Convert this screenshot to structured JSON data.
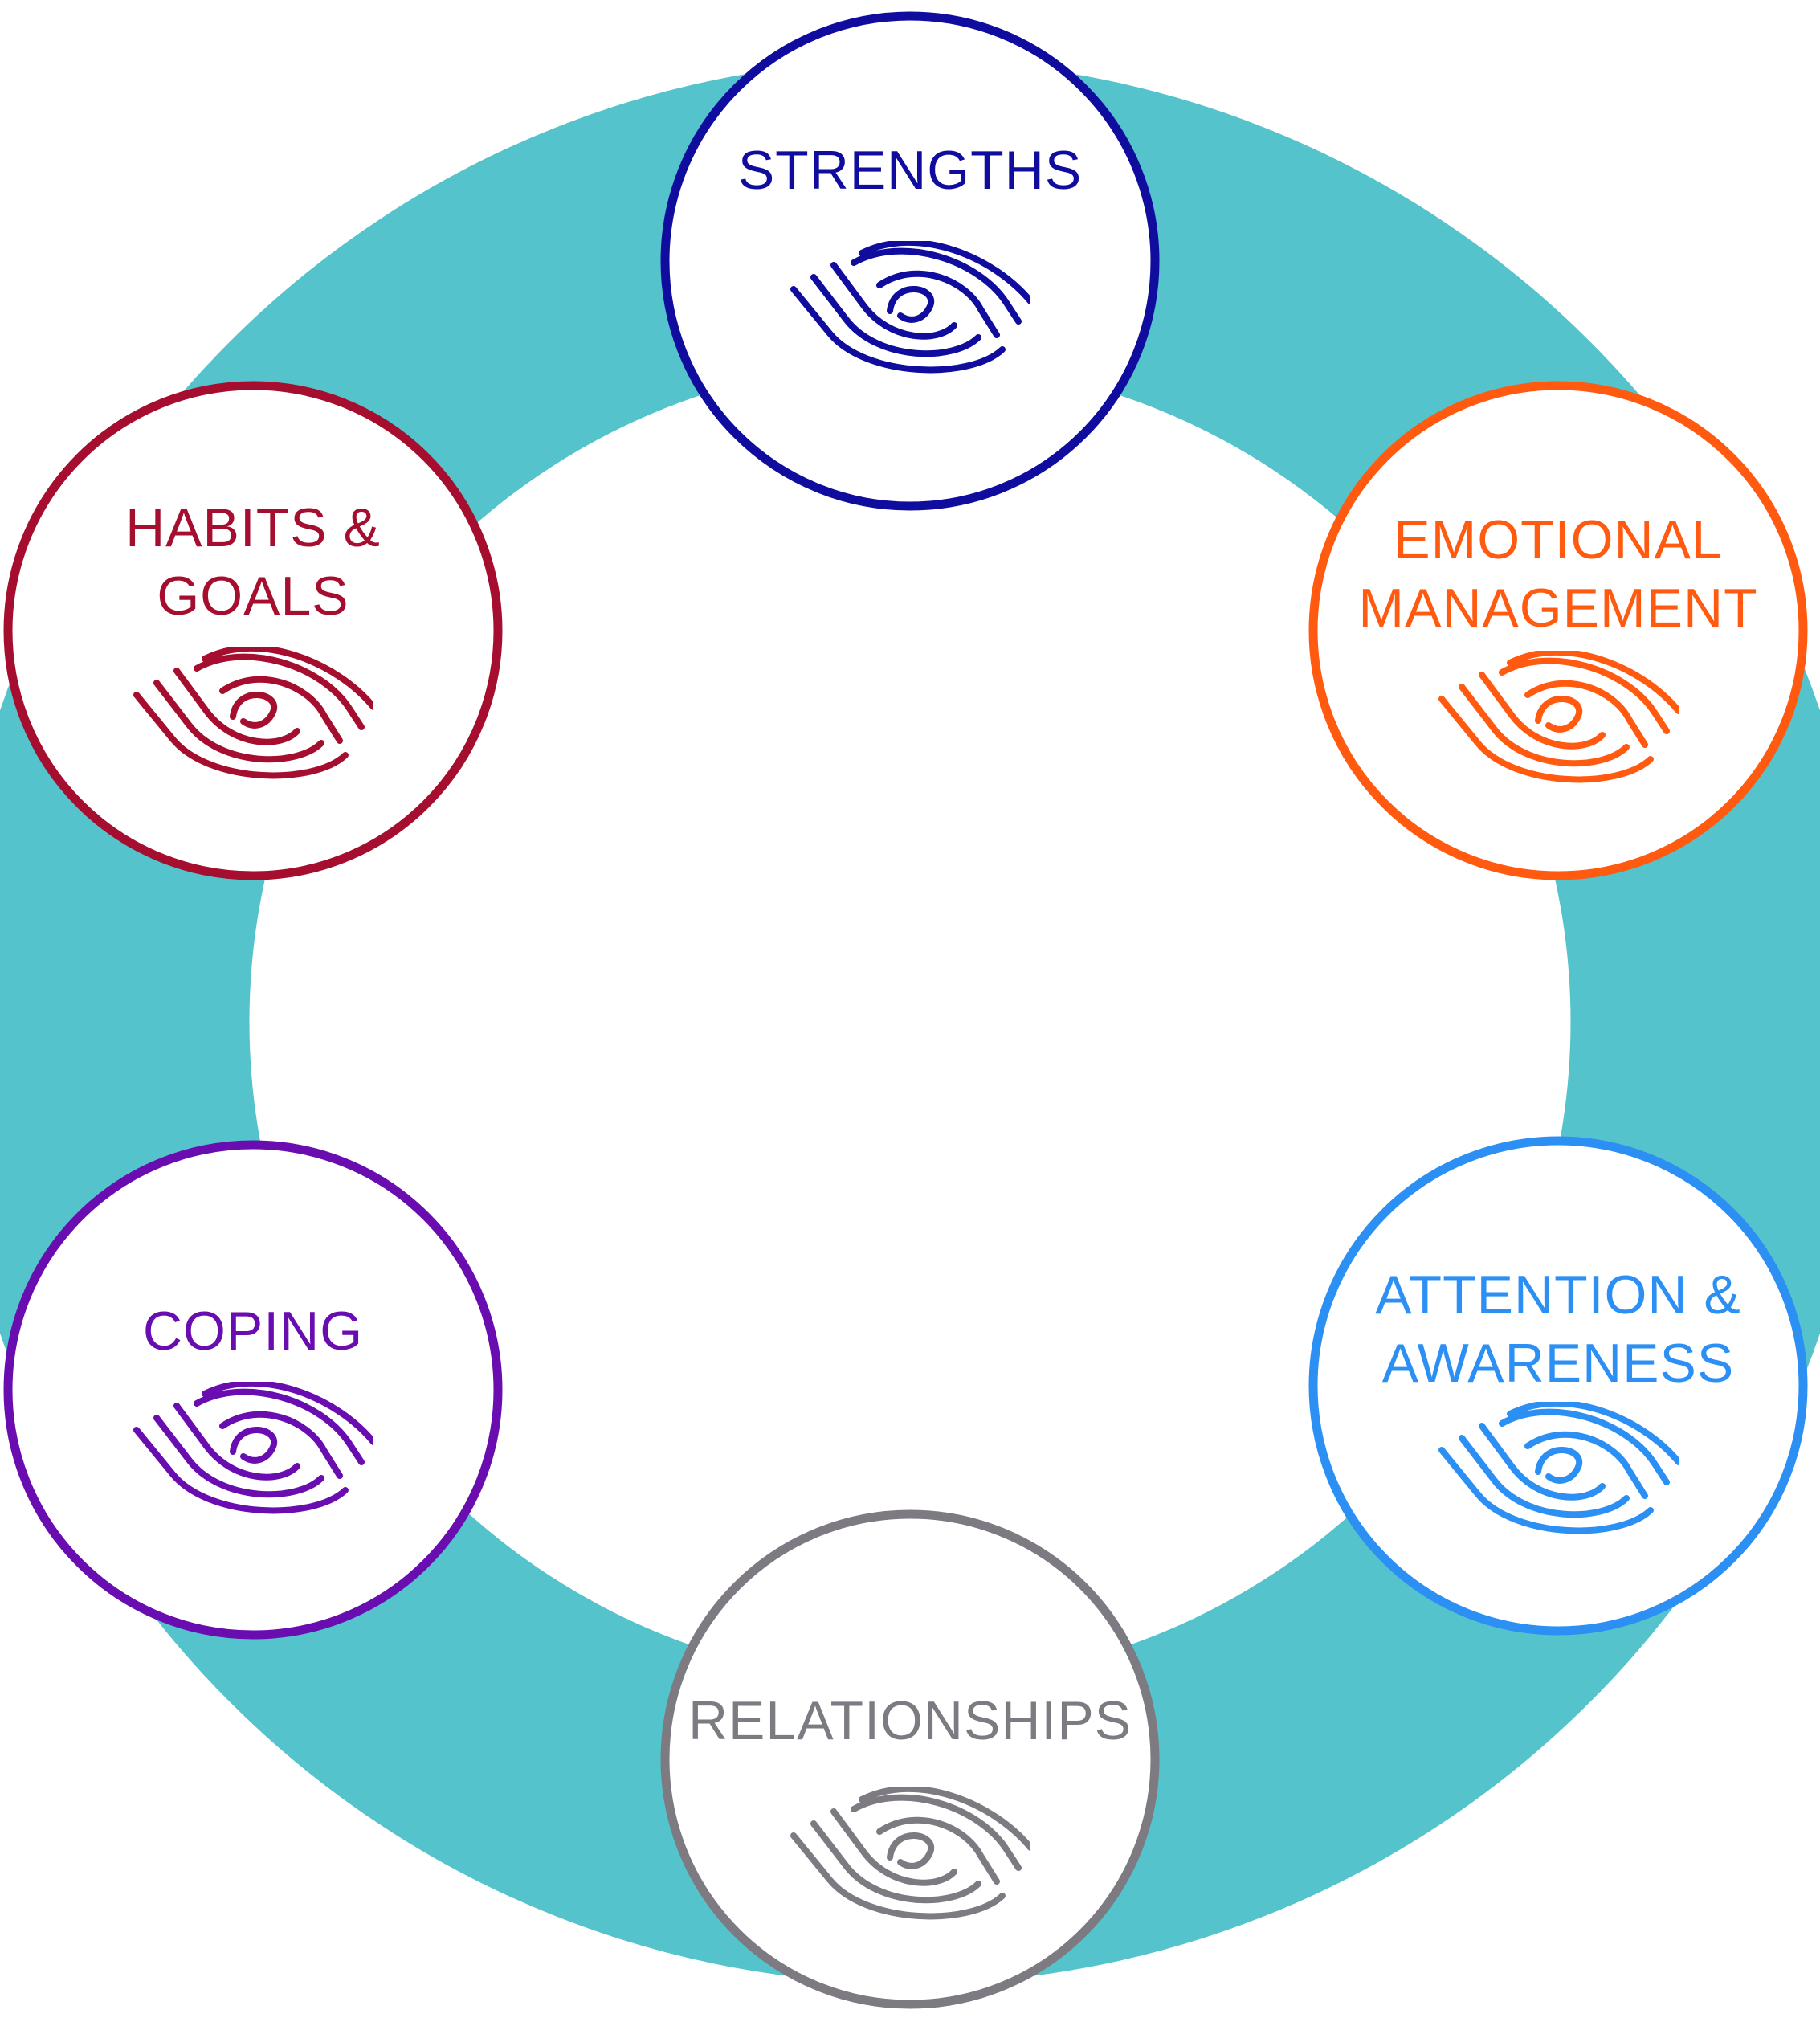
{
  "ring_color": "#54C3CB",
  "nodes": [
    {
      "id": "strengths",
      "lines": [
        "STRENGTHS"
      ],
      "color": "#0F0C9E"
    },
    {
      "id": "emotional-management",
      "lines": [
        "EMOTIONAL",
        "MANAGEMENT"
      ],
      "color": "#FF5A10"
    },
    {
      "id": "attention-awareness",
      "lines": [
        "ATTENTION &",
        "AWARENESS"
      ],
      "color": "#2C8FF3"
    },
    {
      "id": "relationships",
      "lines": [
        "RELATIONSHIPS"
      ],
      "color": "#7E7A82"
    },
    {
      "id": "coping",
      "lines": [
        "COPING"
      ],
      "color": "#6A0DB0"
    },
    {
      "id": "habits-goals",
      "lines": [
        "HABITS &",
        "GOALS"
      ],
      "color": "#A50E2E"
    }
  ],
  "icon": "fingerprint-icon"
}
